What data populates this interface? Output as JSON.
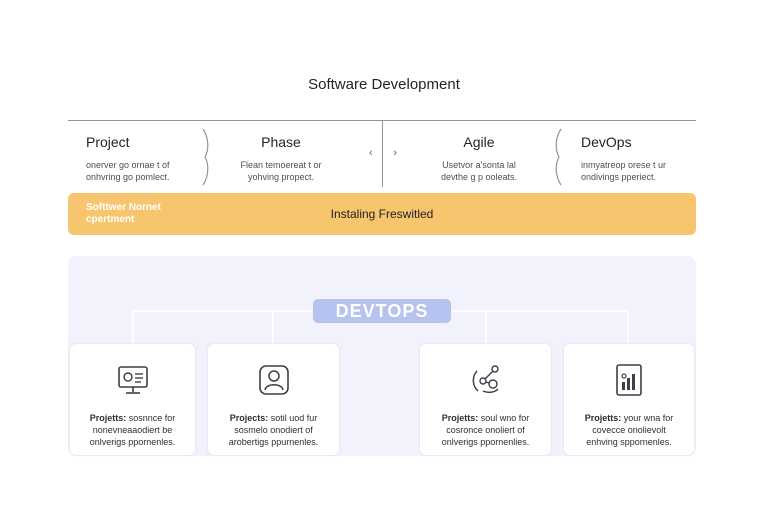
{
  "diagram": {
    "title": "Software Development",
    "phases": [
      {
        "name": "Project",
        "desc": [
          "onerver go ornae t of",
          "onhvring go pomlect."
        ]
      },
      {
        "name": "Phase",
        "desc": [
          "Flean temoereat t or",
          "yohving propect."
        ]
      },
      {
        "name": "Agile",
        "desc": [
          "Usetvor a'sonta lal",
          "devthe g p ooleats."
        ]
      },
      {
        "name": "DevOps",
        "desc": [
          "inmyatreop orese t ur",
          "ondivings pperiect."
        ]
      }
    ],
    "nav_arrows": {
      "left": "‹",
      "right": "›"
    },
    "banner": {
      "left_line1": "Softtwer Nornet",
      "left_line2": "cpertment",
      "center": "Instaling Freswitled"
    },
    "devops_heading": "DEVTOPS",
    "cards": [
      {
        "icon": "monitor-icon",
        "title": "Projetts:",
        "line1": " sosnnce for",
        "line2": "nonevneaaodiert be",
        "line3": "onlverigs ppornenles."
      },
      {
        "icon": "user-icon",
        "title": "Projects:",
        "line1": " sotil uod fur",
        "line2": "sosmelo onodiert of",
        "line3": "arobertigs ppurnenles."
      },
      {
        "icon": "network-icon",
        "title": "Projetts:",
        "line1": " soul wno for",
        "line2": "cosronce onoliert of",
        "line3": "onlverigs ppornenlies."
      },
      {
        "icon": "chart-icon",
        "title": "Projetts:",
        "line1": " your wna for",
        "line2": "covecce onolievolt",
        "line3": "enhving sppornenles."
      }
    ],
    "colors": {
      "banner": "#f7c56d",
      "panel": "#f1f2fb",
      "heading_badge": "#b6c2ef",
      "rule": "#8e93a3"
    }
  }
}
